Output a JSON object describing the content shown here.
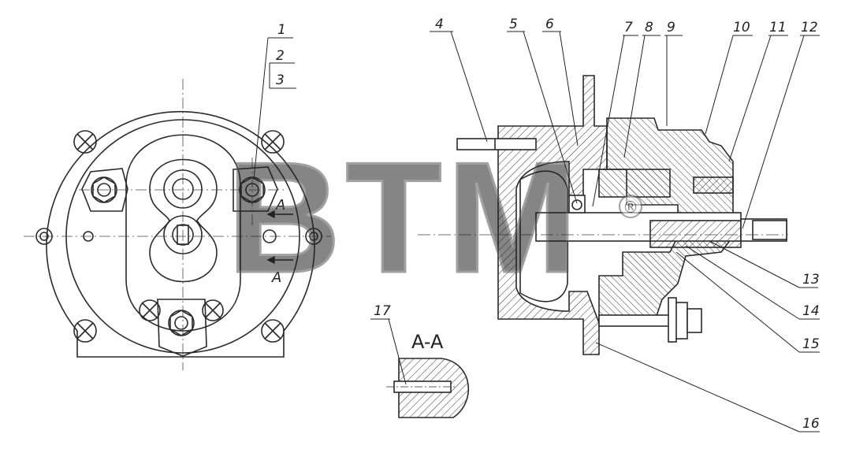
{
  "callouts": [
    {
      "id": "c1",
      "text": "1"
    },
    {
      "id": "c2",
      "text": "2"
    },
    {
      "id": "c3",
      "text": "3"
    },
    {
      "id": "c4",
      "text": "4"
    },
    {
      "id": "c5",
      "text": "5"
    },
    {
      "id": "c6",
      "text": "6"
    },
    {
      "id": "c7",
      "text": "7"
    },
    {
      "id": "c8",
      "text": "8"
    },
    {
      "id": "c9",
      "text": "9"
    },
    {
      "id": "c10",
      "text": "10"
    },
    {
      "id": "c11",
      "text": "11"
    },
    {
      "id": "c12",
      "text": "12"
    },
    {
      "id": "c13",
      "text": "13"
    },
    {
      "id": "c14",
      "text": "14"
    },
    {
      "id": "c15",
      "text": "15"
    },
    {
      "id": "c16",
      "text": "16"
    },
    {
      "id": "c17",
      "text": "17"
    }
  ],
  "section": {
    "marker": "A",
    "title": "A-A"
  },
  "watermark": {
    "text": "BTM",
    "registered": "®"
  },
  "colors": {
    "line": "#2a2a2a",
    "watermark": "#c8c8c8"
  }
}
